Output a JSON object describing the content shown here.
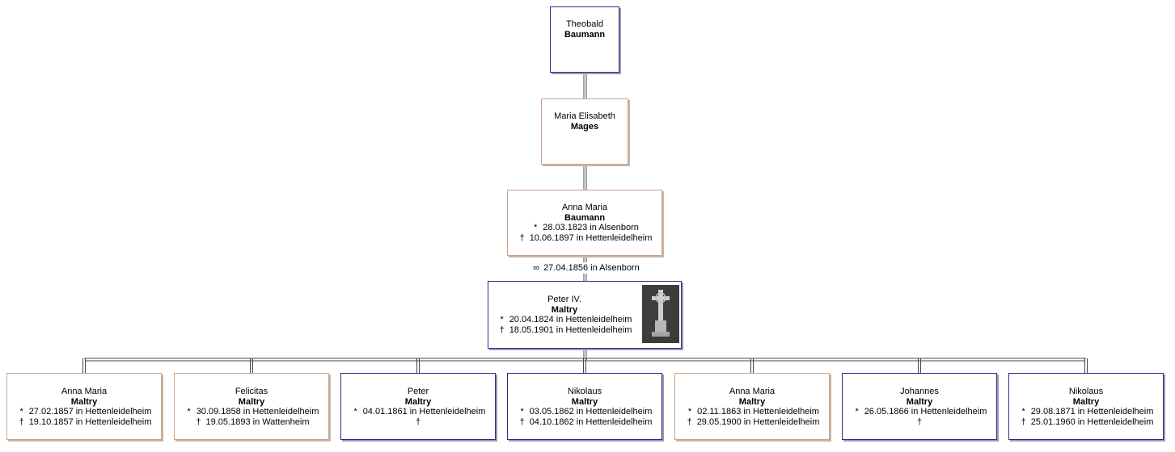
{
  "symbols": {
    "birth": "*",
    "death": "†",
    "marriage": "∞"
  },
  "persons": {
    "theobald": {
      "given": "Theobald",
      "surname": "Baumann"
    },
    "maria_elisabeth": {
      "given": "Maria Elisabeth",
      "surname": "Mages"
    },
    "anna_maria_b": {
      "given": "Anna Maria",
      "surname": "Baumann",
      "birth": "28.03.1823 in Alsenborn",
      "death": "10.06.1897 in Hettenleidelheim"
    },
    "peter_iv": {
      "given": "Peter IV.",
      "surname": "Maltry",
      "birth": "20.04.1824 in Hettenleidelheim",
      "death": "18.05.1901 in Hettenleidelheim",
      "photo": "grave-cross-photo"
    }
  },
  "marriage": {
    "text": "27.04.1856 in Alsenborn"
  },
  "children": [
    {
      "given": "Anna Maria",
      "surname": "Maltry",
      "sex": "f",
      "birth": "27.02.1857 in Hettenleidelheim",
      "death": "19.10.1857 in Hettenleidelheim"
    },
    {
      "given": "Felicitas",
      "surname": "Maltry",
      "sex": "f",
      "birth": "30.09.1858 in Hettenleidelheim",
      "death": "19.05.1893 in Wattenheim"
    },
    {
      "given": "Peter",
      "surname": "Maltry",
      "sex": "m",
      "birth": "04.01.1861 in Hettenleidelheim",
      "death": ""
    },
    {
      "given": "Nikolaus",
      "surname": "Maltry",
      "sex": "m",
      "birth": "03.05.1862 in Hettenleidelheim",
      "death": "04.10.1862 in Hettenleidelheim"
    },
    {
      "given": "Anna Maria",
      "surname": "Maltry",
      "sex": "f",
      "birth": "02.11.1863 in Hettenleidelheim",
      "death": "29.05.1900 in Hettenleidelheim"
    },
    {
      "given": "Johannes",
      "surname": "Maltry",
      "sex": "m",
      "birth": "26.05.1866 in Hettenleidelheim",
      "death": ""
    },
    {
      "given": "Nikolaus",
      "surname": "Maltry",
      "sex": "m",
      "birth": "29.08.1871 in Hettenleidelheim",
      "death": "25.01.1960 in Hettenleidelheim"
    }
  ]
}
